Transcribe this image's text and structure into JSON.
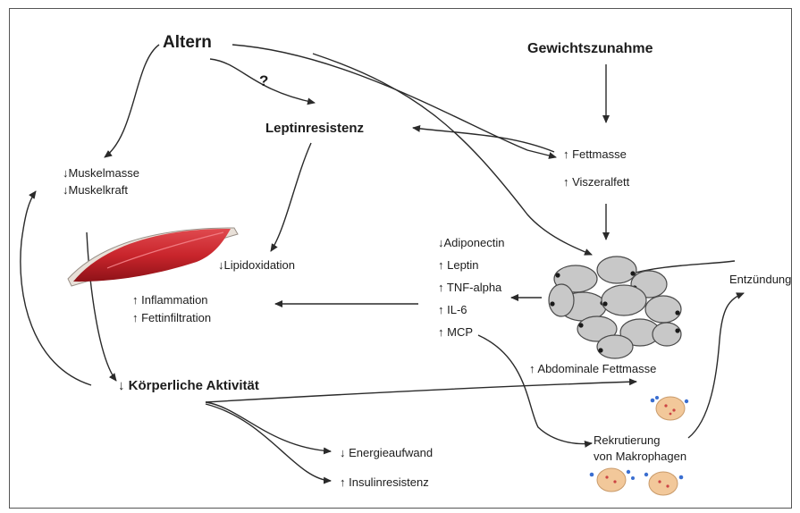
{
  "nodes": {
    "aging": "Altern",
    "question": "?",
    "weight_gain": "Gewichtszunahme",
    "leptin_resistance": "Leptinresistenz",
    "muscle_mass": "↓Muskelmasse",
    "muscle_strength": "↓Muskelkraft",
    "fat_mass": "↑ Fettmasse",
    "visceral_fat": "↑ Viszeralfett",
    "lipid_oxidation": "↓Lipidoxidation",
    "adiponectin": "↓Adiponectin",
    "leptin": "↑ Leptin",
    "tnf_alpha": "↑ TNF-alpha",
    "il6": "↑ IL-6",
    "mcp": "↑ MCP",
    "inflammation": "↑ Inflammation",
    "fat_infiltration": "↑ Fettinfiltration",
    "inflammation_right": "Entzündung",
    "abdominal_fat": "↑ Abdominale Fettmasse",
    "physical_activity": "↓ Körperliche Aktivität",
    "energy_expenditure": "↓ Energieaufwand",
    "insulin_resistance": "↑ Insulinresistenz",
    "recruitment_line1": "Rekrutierung",
    "recruitment_line2": "von Makrophagen"
  },
  "colors": {
    "muscle": "#c9252c",
    "fat_cell": "#c8c8c8",
    "macrophage": "#f2c89a",
    "arrow": "#2a2a2a"
  },
  "icons": [
    "muscle-illustration",
    "fat-cell-cluster",
    "macrophage-icon"
  ]
}
